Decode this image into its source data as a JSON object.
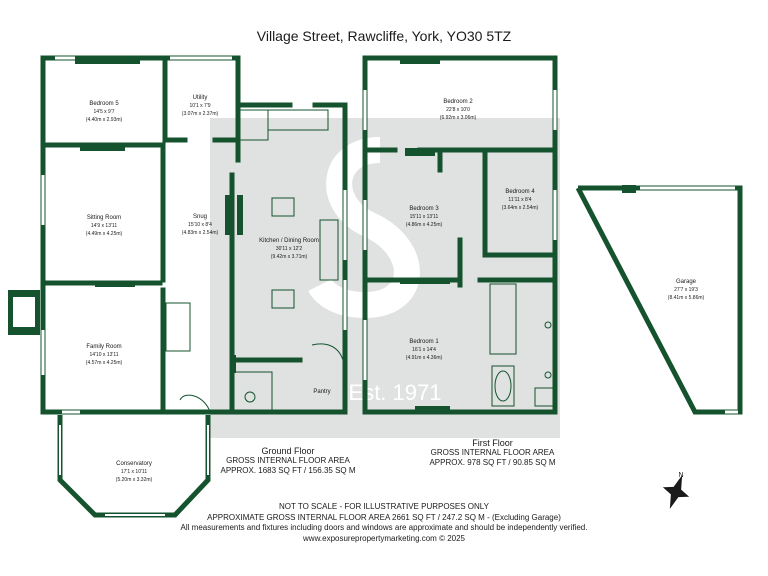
{
  "title": "Village Street, Rawcliffe, York, YO30 5TZ",
  "colors": {
    "wall": "#14532d",
    "watermark": "#d9dcdb",
    "background": "#ffffff"
  },
  "rooms": {
    "bedroom5": {
      "name": "Bedroom 5",
      "dims": "14'5 x 9'7",
      "metric": "(4.40m x 2.93m)"
    },
    "utility": {
      "name": "Utility",
      "dims": "10'1 x 7'9",
      "metric": "(3.07m x 2.37m)"
    },
    "sitting": {
      "name": "Sitting Room",
      "dims": "14'9 x 13'11",
      "metric": "(4.49m x 4.25m)"
    },
    "snug": {
      "name": "Snug",
      "dims": "15'10 x 8'4",
      "metric": "(4.83m x 2.54m)"
    },
    "kitchen": {
      "name": "Kitchen / Dining Room",
      "dims": "30'11 x 12'2",
      "metric": "(9.42m x 3.71m)"
    },
    "family": {
      "name": "Family Room",
      "dims": "14'10 x 13'11",
      "metric": "(4.57m x 4.25m)"
    },
    "pantry": {
      "name": "Pantry"
    },
    "conservatory": {
      "name": "Conservatory",
      "dims": "17'1 x 10'11",
      "metric": "(5.20m x 3.32m)"
    },
    "bedroom2": {
      "name": "Bedroom 2",
      "dims": "22'8 x 10'0",
      "metric": "(6.92m x 3.06m)"
    },
    "bedroom3": {
      "name": "Bedroom 3",
      "dims": "15'11 x 13'11",
      "metric": "(4.86m x 4.25m)"
    },
    "bedroom4": {
      "name": "Bedroom 4",
      "dims": "11'11 x 8'4",
      "metric": "(3.64m x 2.54m)"
    },
    "bedroom1": {
      "name": "Bedroom 1",
      "dims": "16'1 x 14'4",
      "metric": "(4.91m x 4.36m)"
    },
    "garage": {
      "name": "Garage",
      "dims": "27'7 x 19'3",
      "metric": "(8.41m x 5.86m)"
    }
  },
  "ground_floor": {
    "label": "Ground Floor",
    "area_title": "GROSS INTERNAL FLOOR AREA",
    "area": "APPROX. 1683 SQ FT / 156.35 SQ M"
  },
  "first_floor": {
    "label": "First Floor",
    "area_title": "GROSS INTERNAL FLOOR AREA",
    "area": "APPROX. 978 SQ FT / 90.85 SQ M"
  },
  "compass_letter": "N",
  "watermark_text": "Est. 1971",
  "footer": {
    "line1": "NOT TO SCALE - FOR ILLUSTRATIVE PURPOSES ONLY",
    "line2": "APPROXIMATE GROSS INTERNAL FLOOR AREA 2661 SQ FT / 247.2 SQ M - (Excluding Garage)",
    "line3": "All measurements and fixtures including doors and windows are approximate and should be independently verified.",
    "line4": "www.exposurepropertymarketing.com © 2025"
  }
}
